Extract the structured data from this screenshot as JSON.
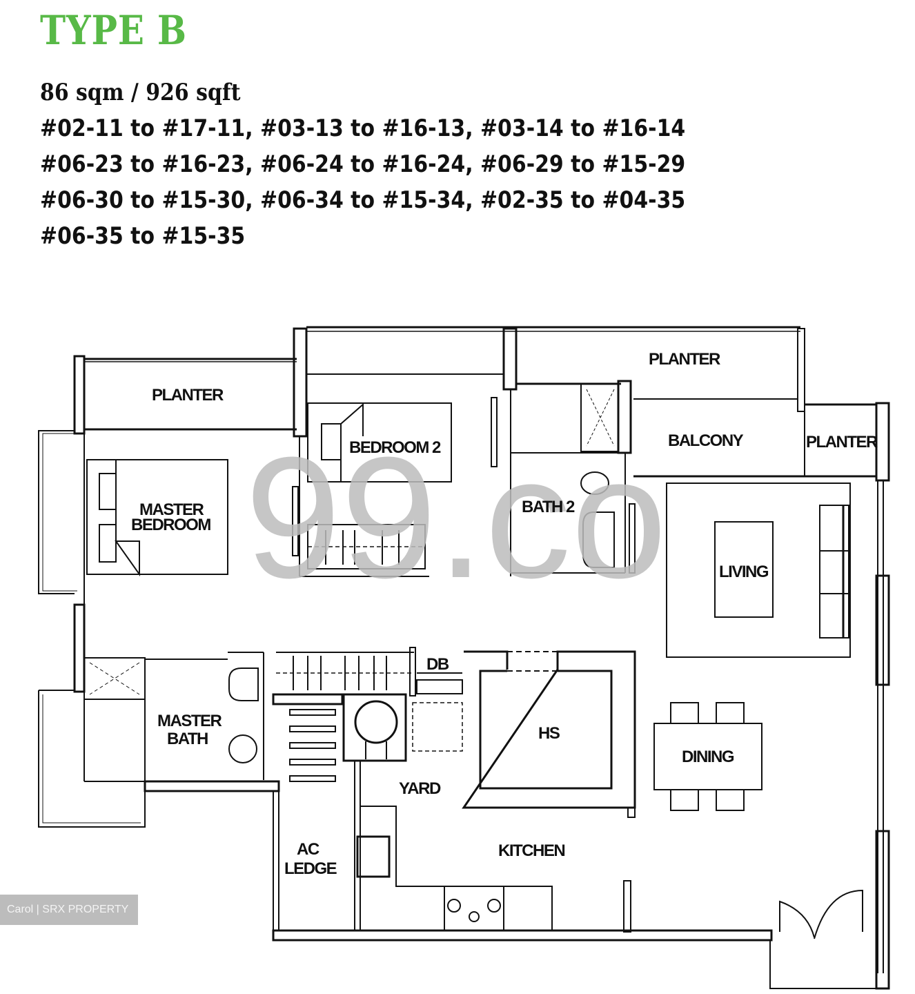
{
  "header": {
    "title": "TYPE B",
    "title_color": "#58b947",
    "area": "86 sqm / 926 sqft",
    "units_lines": [
      "#02-11 to #17-11, #03-13 to #16-13, #03-14 to #16-14",
      "#06-23 to #16-23, #06-24 to #16-24, #06-29 to #15-29",
      "#06-30 to #15-30, #06-34 to #15-34, #02-35 to #04-35",
      "#06-35 to #15-35"
    ]
  },
  "floor_plan": {
    "rooms": {
      "planter_left": "PLANTER",
      "planter_top": "PLANTER",
      "planter_right": "PLANTER",
      "master_bedroom_line1": "MASTER",
      "master_bedroom_line2": "BEDROOM",
      "bedroom2": "BEDROOM 2",
      "bath2": "BATH 2",
      "balcony": "BALCONY",
      "living": "LIVING",
      "master_bath_line1": "MASTER",
      "master_bath_line2": "BATH",
      "db": "DB",
      "hs": "HS",
      "dining": "DINING",
      "yard": "YARD",
      "ac_ledge_line1": "AC",
      "ac_ledge_line2": "LEDGE",
      "kitchen": "KITCHEN"
    },
    "watermark": "99.co",
    "watermark_color": "#bdbdbd"
  },
  "credit": {
    "text": "Carol | SRX PROPERTY",
    "background": "#bcbcbc"
  }
}
